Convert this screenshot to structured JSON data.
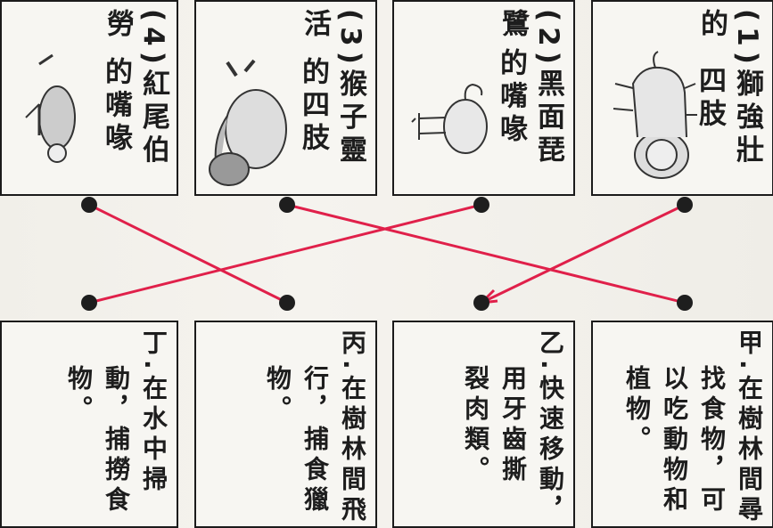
{
  "top_cards": [
    {
      "num": "(1)",
      "line1": "獅強壯的",
      "line2": "四肢"
    },
    {
      "num": "(2)",
      "line1": "黑面琵鷺",
      "line2": "的嘴喙"
    },
    {
      "num": "(3)",
      "line1": "猴子靈活",
      "line2": "的四肢"
    },
    {
      "num": "(4)",
      "line1": "紅尾伯勞",
      "line2": "的嘴喙"
    }
  ],
  "bottom_cards": [
    {
      "lines": [
        "甲.在樹林間尋",
        "找食物，可",
        "以吃動物和",
        "植物。"
      ]
    },
    {
      "lines": [
        "乙.快速移動，",
        "用牙齒撕",
        "裂肉類。"
      ]
    },
    {
      "lines": [
        "丙.在樹林間飛",
        "行，捕食獵",
        "物。"
      ]
    },
    {
      "lines": [
        "丁.在水中掃",
        "動，捕撈食",
        "物。"
      ]
    }
  ],
  "colors": {
    "line": "#e0204a",
    "border": "#1b1b1b"
  },
  "matches": [
    {
      "from": "(1)",
      "to": "乙"
    },
    {
      "from": "(2)",
      "to": "丁"
    },
    {
      "from": "(3)",
      "to": "甲"
    },
    {
      "from": "(4)",
      "to": "丙"
    }
  ]
}
